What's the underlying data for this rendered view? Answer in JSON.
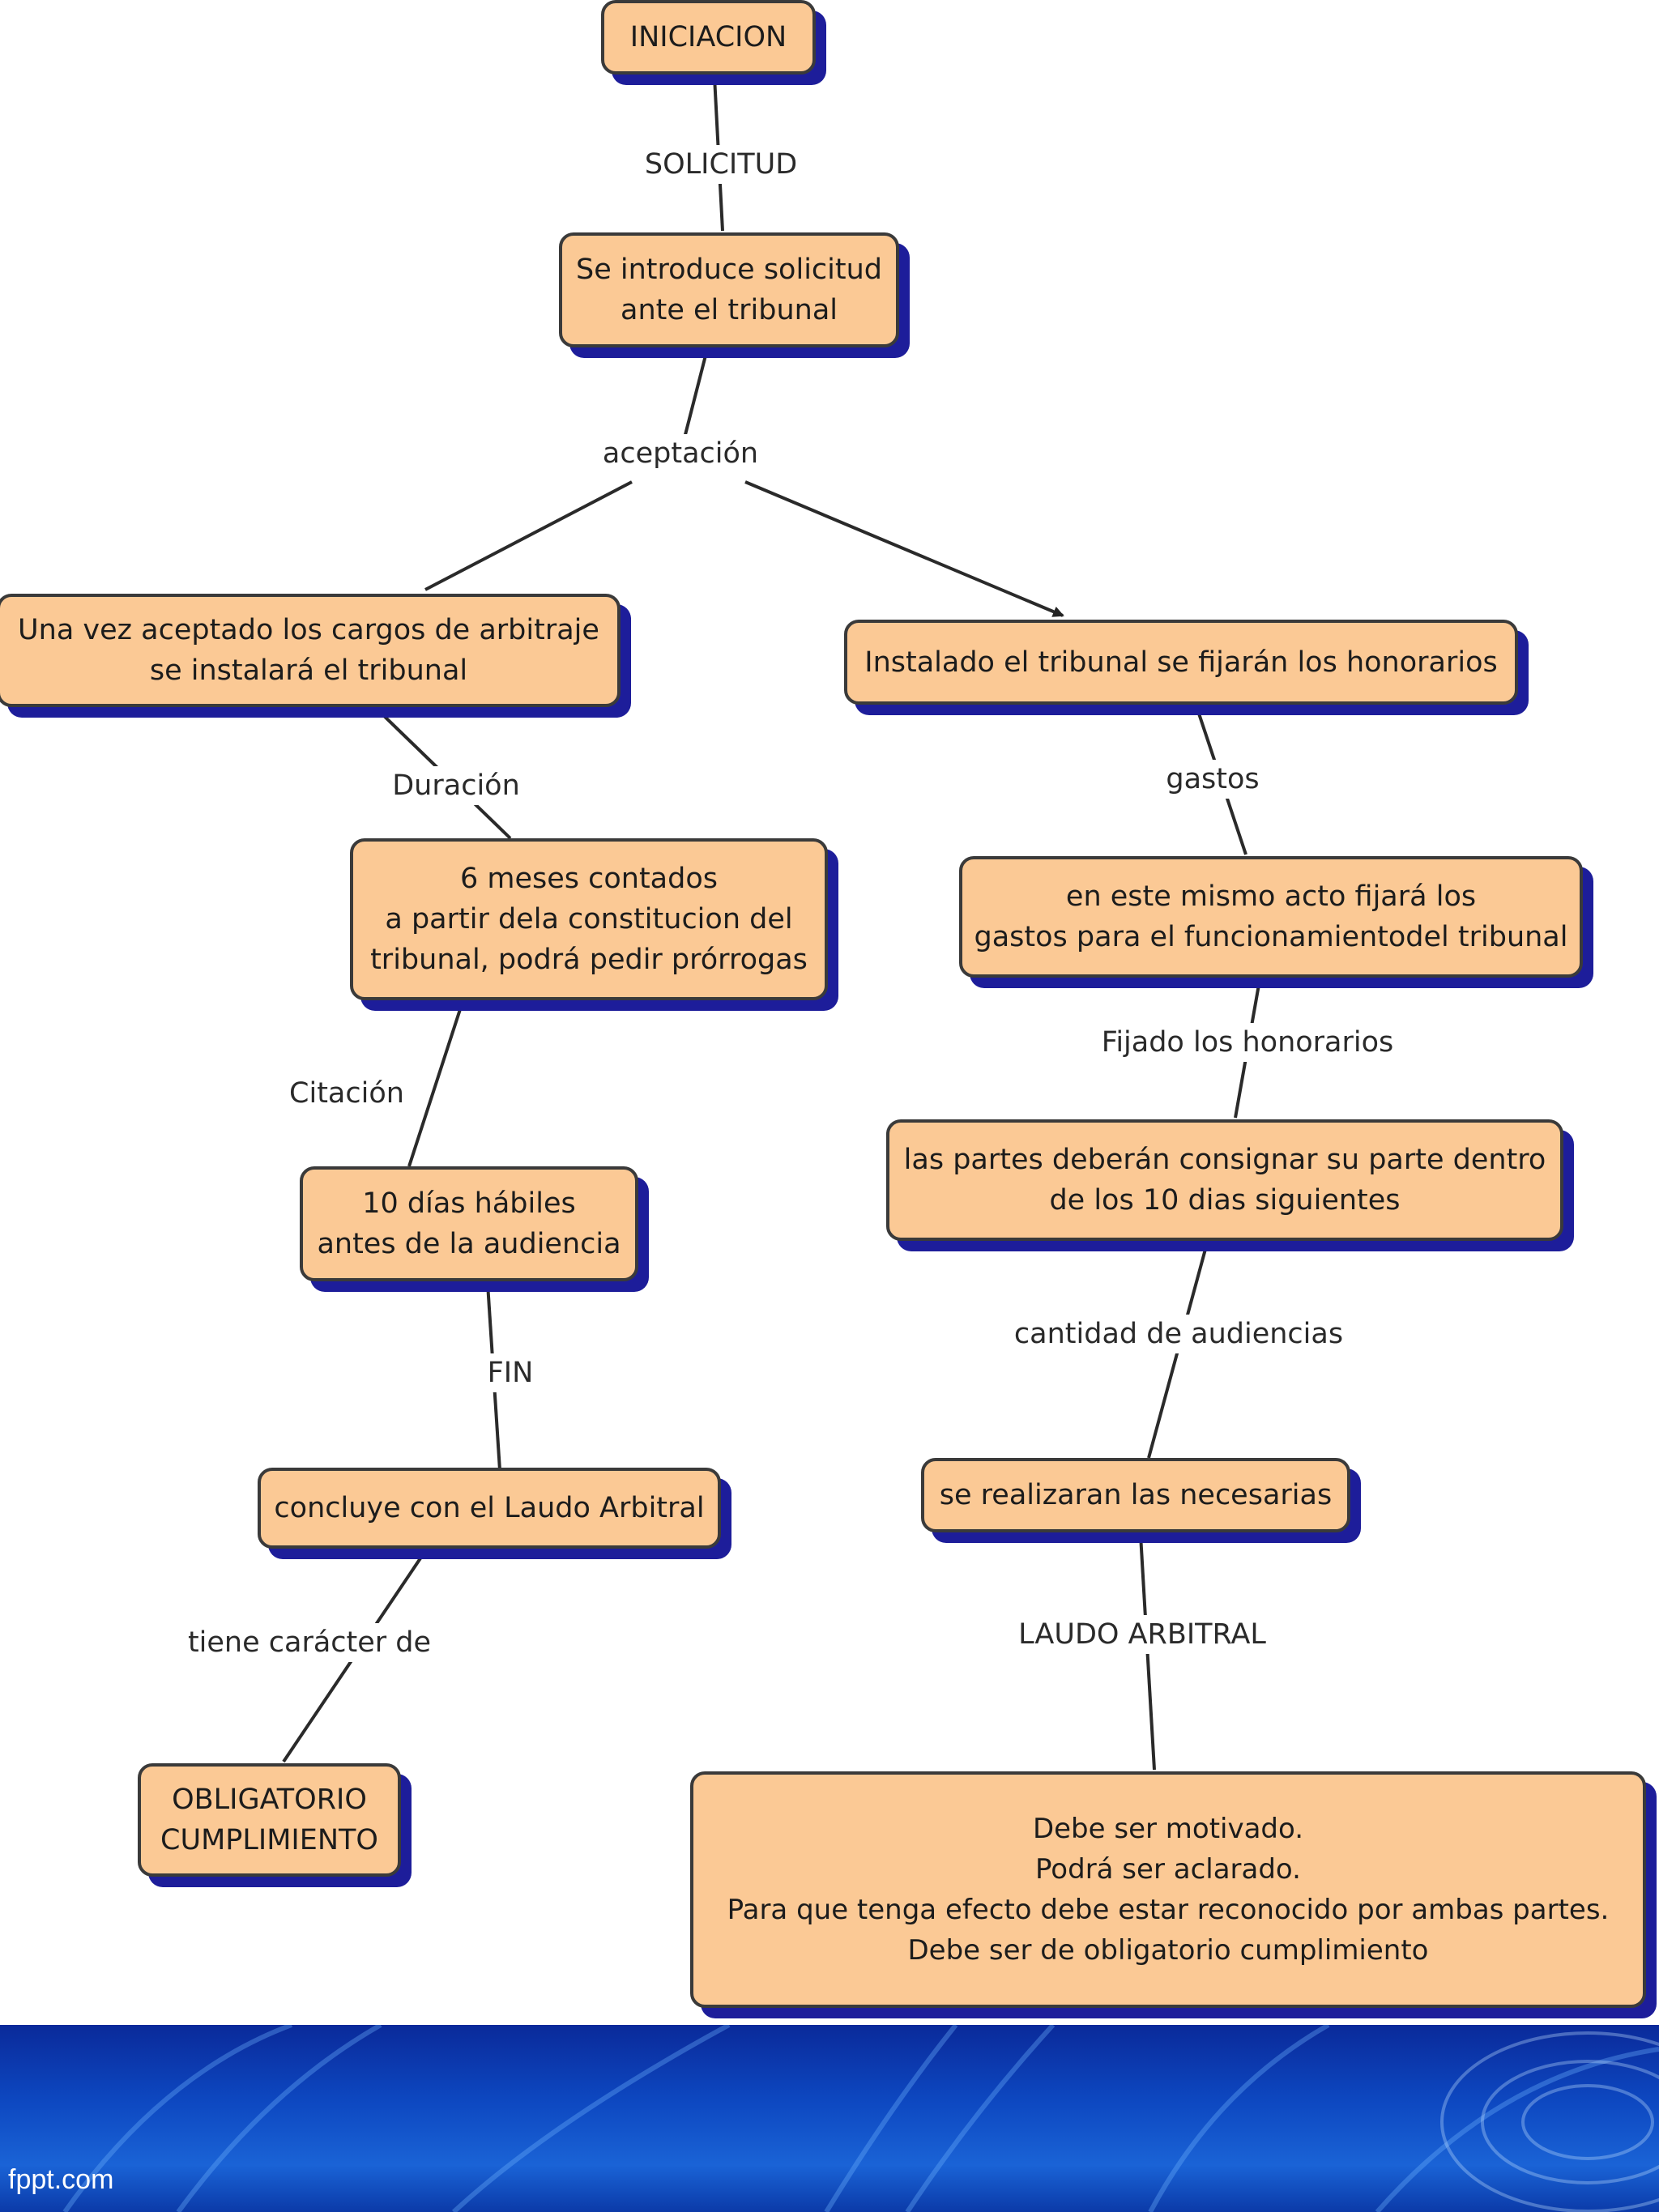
{
  "nodes": {
    "iniciacion": "INICIACION",
    "solicitud_tribunal": "Se introduce solicitud\nante el tribunal",
    "instalacion_tribunal": "Una vez aceptado los cargos de arbitraje\nse instalará el tribunal",
    "honorarios": "Instalado el tribunal se fijarán los honorarios",
    "seis_meses": "6 meses contados\na partir dela constitucion del\ntribunal, podrá pedir prórrogas",
    "gastos_funcionamiento": "en este mismo acto fijará los\ngastos para el funcionamientodel tribunal",
    "diez_dias": "10 días hábiles\nantes de la audiencia",
    "consignar": "las partes deberán consignar su parte dentro\nde los 10 dias siguientes",
    "laudo": "concluye con el Laudo Arbitral",
    "necesarias": "se realizaran las necesarias",
    "obligatorio": "OBLIGATORIO\nCUMPLIMIENTO",
    "laudo_detalle": "Debe ser motivado.\nPodrá ser aclarado.\nPara que tenga efecto debe estar reconocido por ambas partes.\nDebe ser de obligatorio cumplimiento"
  },
  "links": {
    "solicitud": "SOLICITUD",
    "aceptacion": "aceptación",
    "duracion": "Duración",
    "gastos": "gastos",
    "citacion": "Citación",
    "fijado": "Fijado los honorarios",
    "fin": "FIN",
    "cantidad": "cantidad de audiencias",
    "tiene_caracter": "tiene carácter de",
    "laudo_arbitral": "LAUDO ARBITRAL"
  },
  "footer": {
    "site": "fppt.com"
  },
  "colors": {
    "node_fill": "#fbc995",
    "node_shadow": "#1d1d9a",
    "banner": "#0d47c0"
  }
}
